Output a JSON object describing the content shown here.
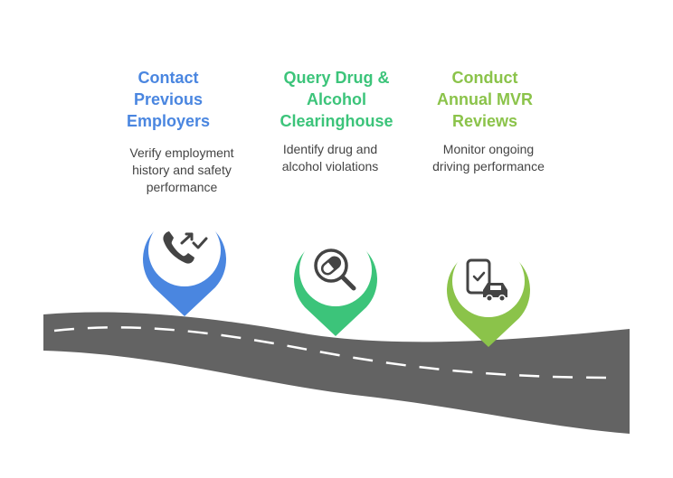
{
  "colors": {
    "step1": "#4a86e0",
    "step2": "#3cc47a",
    "step3": "#8bc34a",
    "road": "#636363",
    "dash": "#ffffff",
    "icon": "#444444",
    "pin_inner": "#ffffff"
  },
  "steps": [
    {
      "title_lines": [
        "Contact",
        "Previous",
        "Employers"
      ],
      "desc_lines": [
        "Verify employment",
        "history and safety",
        "performance"
      ],
      "icon": "phone-call-icon",
      "color_key": "step1"
    },
    {
      "title_lines": [
        "Query Drug &",
        "Alcohol",
        "Clearinghouse"
      ],
      "desc_lines": [
        "Identify drug and",
        "alcohol violations"
      ],
      "icon": "pill-magnifier-icon",
      "color_key": "step2"
    },
    {
      "title_lines": [
        "Conduct",
        "Annual MVR",
        "Reviews"
      ],
      "desc_lines": [
        "Monitor ongoing",
        "driving performance"
      ],
      "icon": "phone-car-icon",
      "color_key": "step3"
    }
  ]
}
